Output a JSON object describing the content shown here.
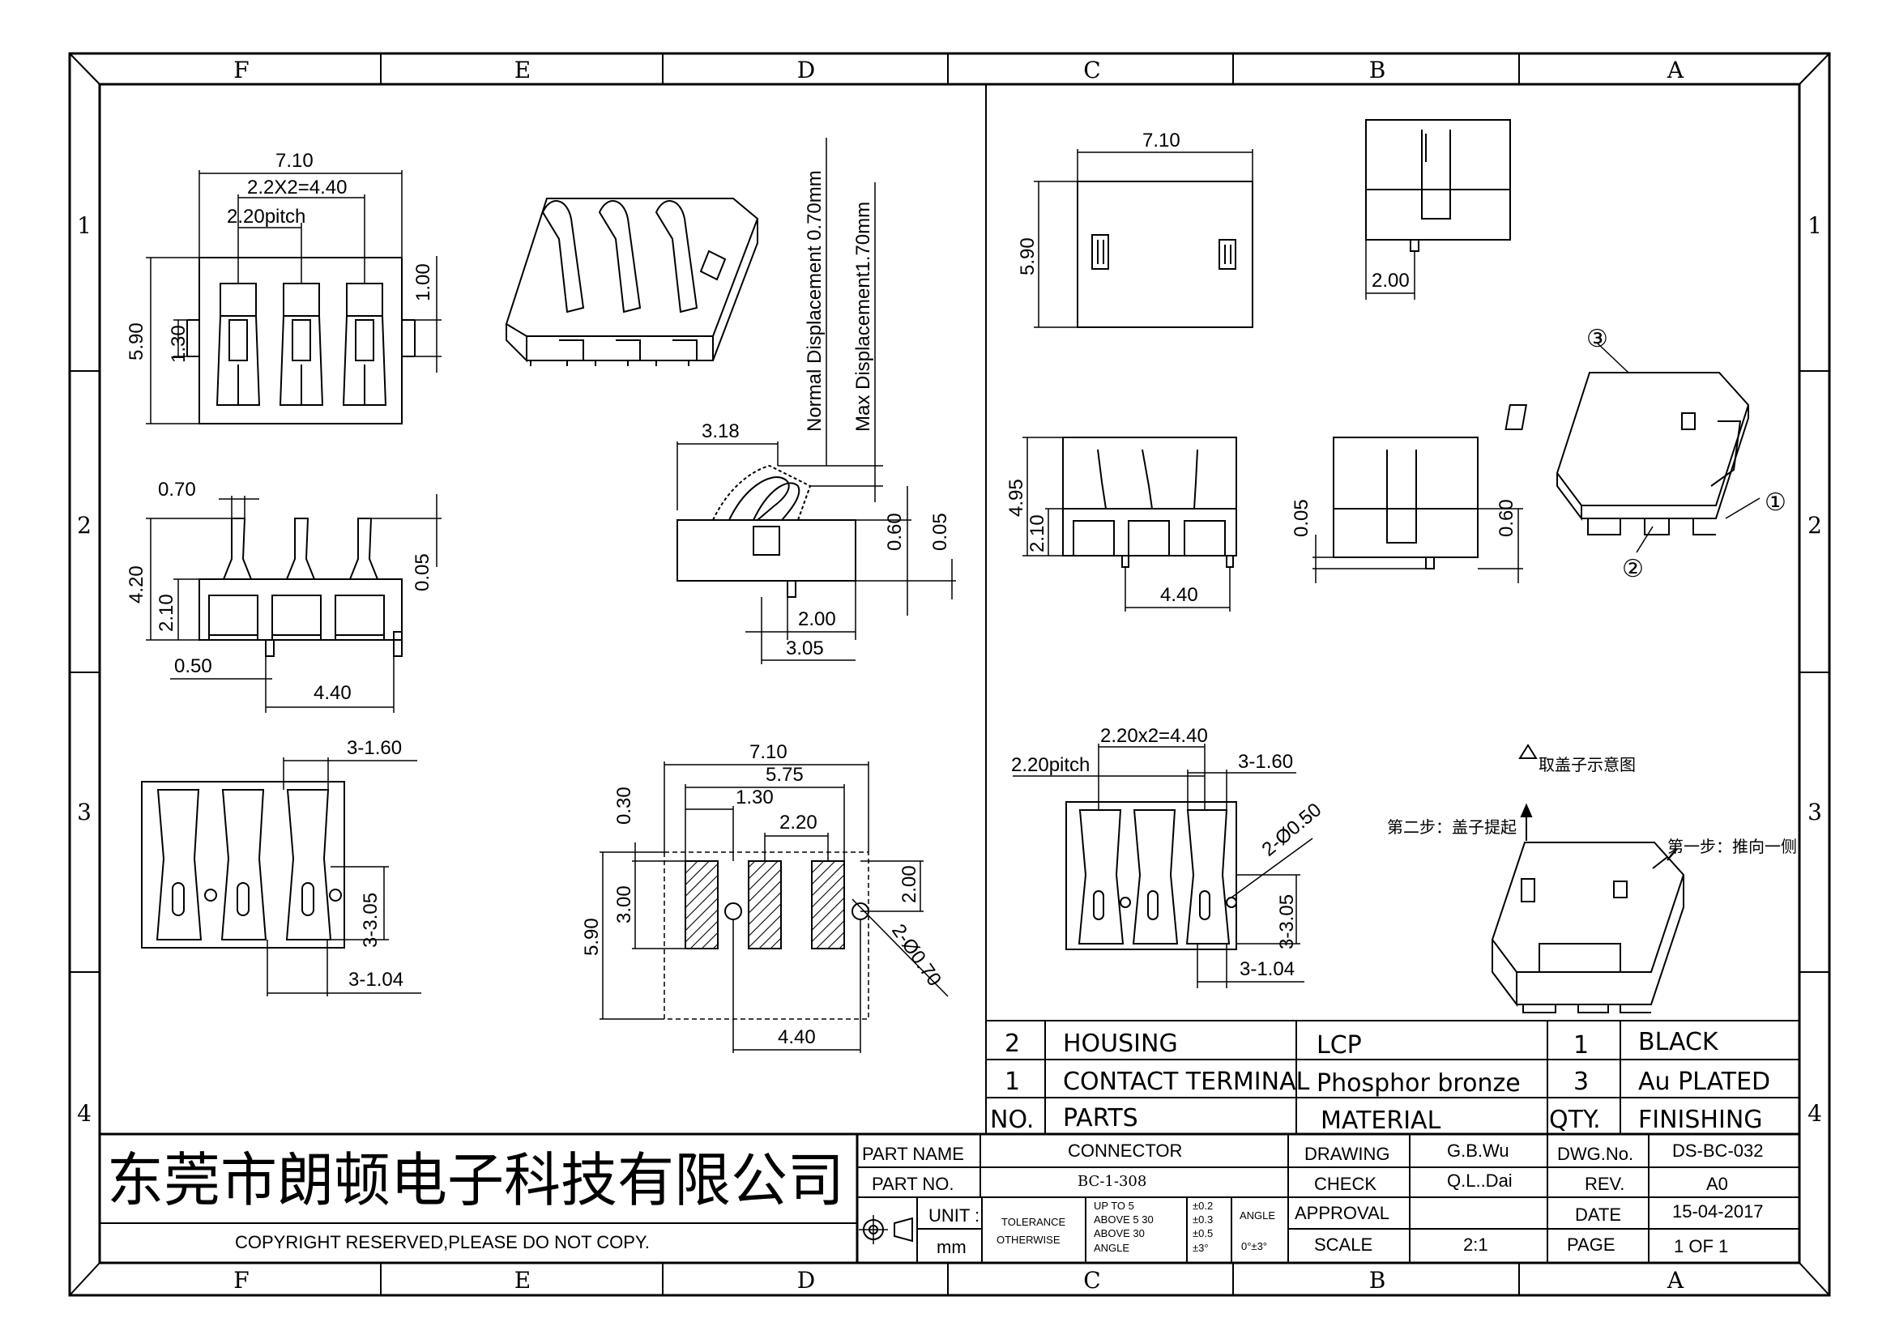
{
  "zones": {
    "cols": [
      "F",
      "E",
      "D",
      "C",
      "B",
      "A"
    ],
    "rows": [
      "1",
      "2",
      "3",
      "4"
    ]
  },
  "views": {
    "top_left": {
      "w_overall": "7.10",
      "pitch_total": "2.2X2=4.40",
      "pitch": "2.20pitch",
      "height": "5.90",
      "h1": "1.30",
      "h2": "1.00"
    },
    "front_left": {
      "w1": "0.70",
      "h_total": "4.20",
      "h_body": "2.10",
      "h_small": "0.05",
      "peg_offset": "0.50",
      "peg_pitch": "4.40"
    },
    "bottom_left": {
      "slot_w": "3-1.60",
      "hole_h": "3-3.05",
      "slot_b": "3-1.04"
    },
    "side_mid": {
      "w": "3.18",
      "normal_disp": "Normal Displacement 0.70mm",
      "max_disp": "Max Displacement1.70mm",
      "h1": "0.60",
      "h2": "0.05",
      "w2": "2.00",
      "w3": "3.05"
    },
    "pcb_mid": {
      "w_overall": "7.10",
      "w2": "5.75",
      "w3": "1.30",
      "w4": "2.20",
      "h1": "0.30",
      "h2": "3.00",
      "h3": "5.90",
      "h4": "2.00",
      "holes": "2-Ø0.70",
      "w5": "4.40"
    },
    "top_right": {
      "w": "7.10",
      "h": "5.90",
      "side_w": "2.00"
    },
    "front_right": {
      "h1": "4.95",
      "h2": "2.10",
      "w": "4.40",
      "side_h1": "0.05",
      "side_h2": "0.60"
    },
    "bottom_right": {
      "pitch_total": "2.20x2=4.40",
      "pitch": "2.20pitch",
      "slot": "3-1.60",
      "holes": "2-Ø0.50",
      "hole_h": "3-3.05",
      "slot_b": "3-1.04"
    },
    "iso": {
      "callouts": [
        "③",
        "①",
        "②"
      ],
      "cover_note": "取盖子示意图",
      "step2": "第二步：盖子提起",
      "step1": "第一步：推向一侧"
    }
  },
  "bom": {
    "rows": [
      {
        "no": "2",
        "part": "HOUSING",
        "material": "LCP",
        "qty": "1",
        "finish": "BLACK"
      },
      {
        "no": "1",
        "part": "CONTACT TERMINAL",
        "material": "Phosphor bronze",
        "qty": "3",
        "finish": "Au PLATED"
      }
    ],
    "header": {
      "no": "NO.",
      "part": "PARTS",
      "material": "MATERIAL",
      "qty": "QTY.",
      "finish": "FINISHING"
    }
  },
  "title_block": {
    "company": "东莞市朗顿电子科技有限公司",
    "copyright": "COPYRIGHT RESERVED,PLEASE DO NOT COPY.",
    "part_name_label": "PART NAME",
    "part_name": "CONNECTOR",
    "part_no_label": "PART NO.",
    "part_no": "BC-1-308",
    "unit_label": "UNIT :",
    "unit": "mm",
    "tolerance_label": "TOLERANCE",
    "otherwise_label": "OTHERWISE",
    "tol_rows": [
      {
        "range": "UP TO 5",
        "tol": "±0.2"
      },
      {
        "range": "ABOVE 5  30",
        "tol": "±0.3"
      },
      {
        "range": "ABOVE 30",
        "tol": "±0.5"
      },
      {
        "range": "ANGLE",
        "tol": "±3°"
      }
    ],
    "angle_label": "ANGLE",
    "angle_value": "0°±3°",
    "drawing_label": "DRAWING",
    "drawing": "G.B.Wu",
    "check_label": "CHECK",
    "check": "Q.L..Dai",
    "approval_label": "APPROVAL",
    "approval": "",
    "scale_label": "SCALE",
    "scale": "2:1",
    "dwg_no_label": "DWG.No.",
    "dwg_no": "DS-BC-032",
    "rev_label": "REV.",
    "rev": "A0",
    "date_label": "DATE",
    "date": "15-04-2017",
    "page_label": "PAGE",
    "page": "1 OF 1"
  }
}
